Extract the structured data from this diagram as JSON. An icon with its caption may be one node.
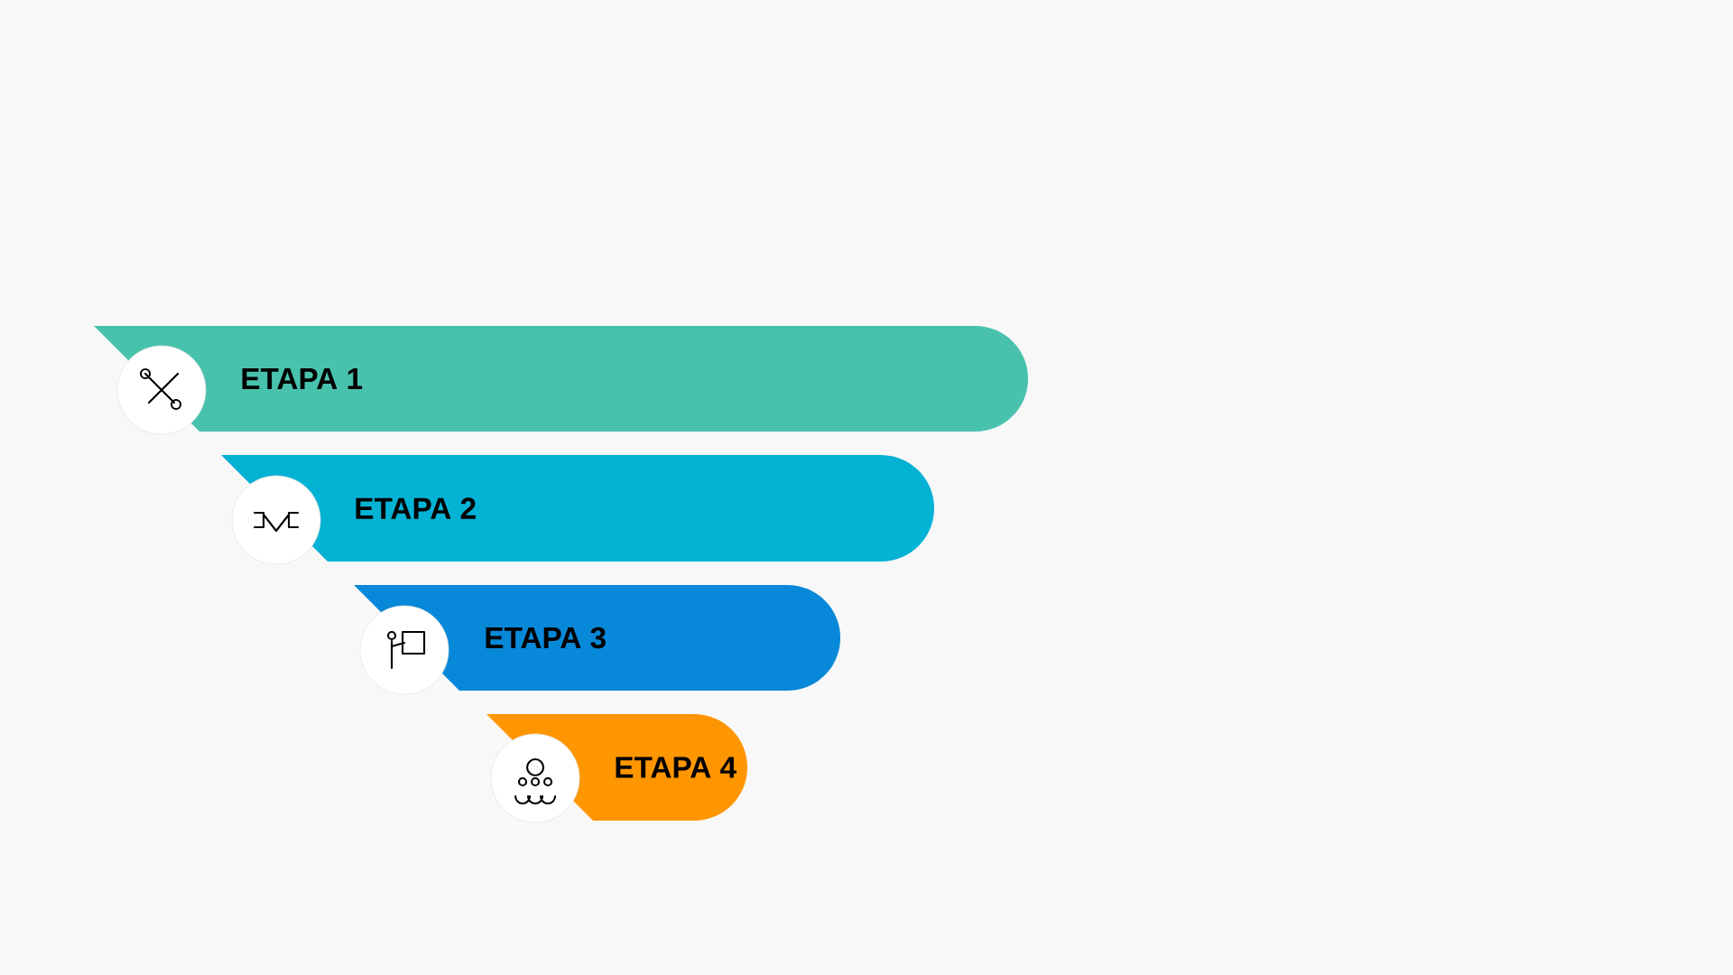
{
  "diagram": {
    "nodes": [
      {
        "text": [
          "ETAPA 1"
        ]
      },
      {
        "text": [
          "ETAPA 2"
        ]
      },
      {
        "text": [
          "ETAPA 3"
        ]
      },
      {
        "text": [
          "ETAPA 4"
        ]
      }
    ]
  }
}
